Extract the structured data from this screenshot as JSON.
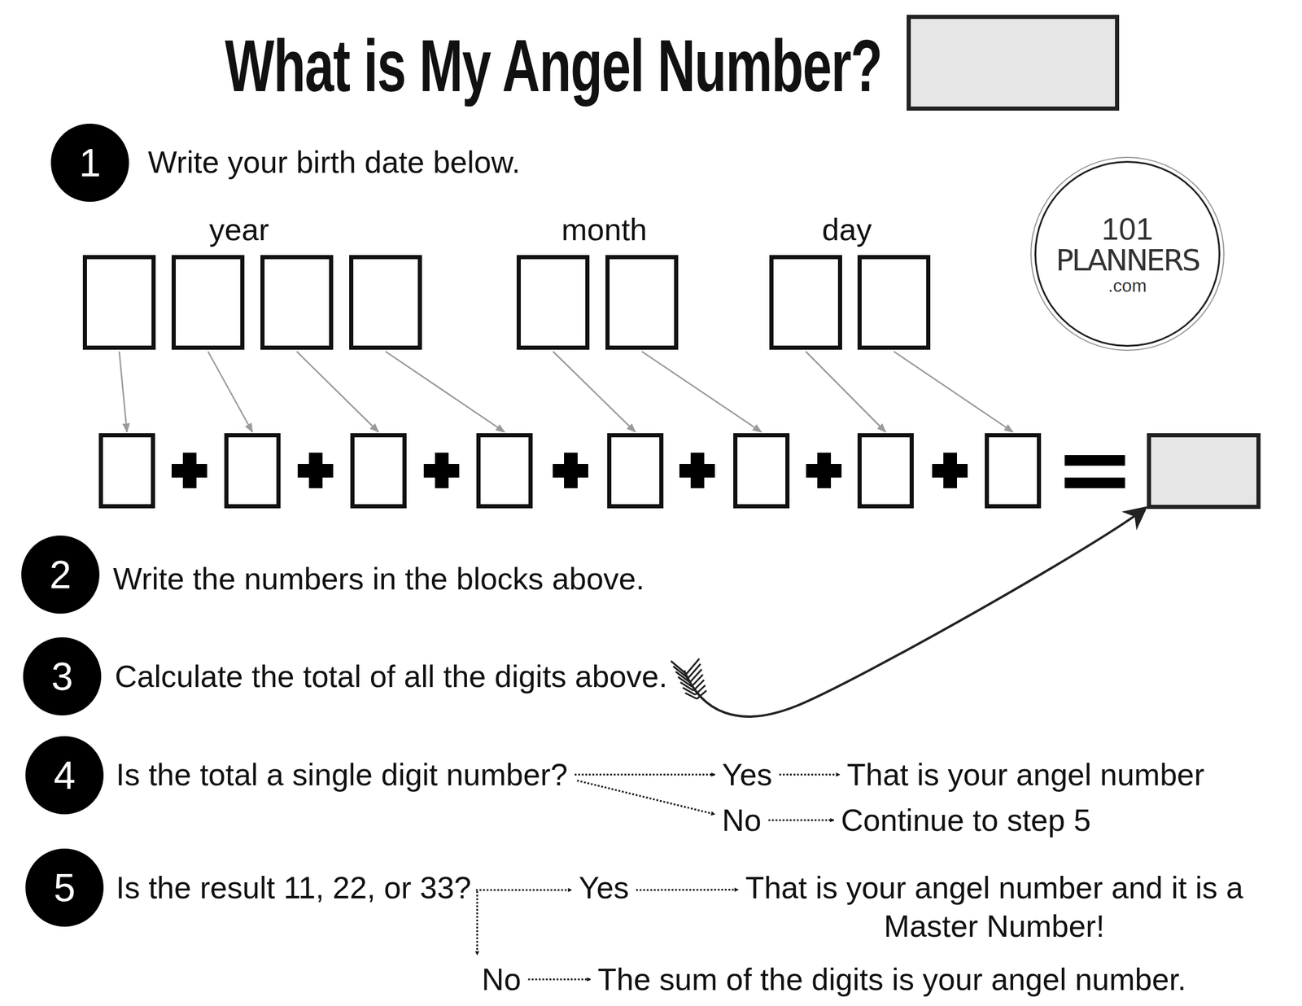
{
  "diagram": {
    "title": "What is My Angel Number?",
    "nodes": [
      {
        "text": []
      },
      {
        "text": [
          "1"
        ]
      },
      {
        "text": []
      },
      {
        "text": []
      },
      {
        "text": []
      },
      {
        "text": []
      },
      {
        "text": []
      },
      {
        "text": []
      },
      {
        "text": []
      },
      {
        "text": []
      },
      {
        "text": [
          "101",
          "PLANNERS",
          ".com"
        ]
      },
      {
        "text": []
      },
      {
        "text": []
      },
      {
        "text": []
      },
      {
        "text": []
      },
      {
        "text": []
      },
      {
        "text": []
      },
      {
        "text": []
      },
      {
        "text": []
      },
      {
        "text": []
      },
      {
        "text": [
          "2"
        ]
      },
      {
        "text": [
          "3"
        ]
      },
      {
        "text": [
          "4"
        ]
      },
      {
        "text": [
          "5"
        ]
      }
    ],
    "edges": [
      {
        "from": 2,
        "to": 11,
        "arrow": "to"
      },
      {
        "from": 3,
        "to": 12,
        "arrow": "to"
      },
      {
        "from": 4,
        "to": 13,
        "arrow": "to"
      },
      {
        "from": 5,
        "to": 14,
        "arrow": "to"
      },
      {
        "from": 6,
        "to": 15,
        "arrow": "to"
      },
      {
        "from": 7,
        "to": 16,
        "arrow": "to"
      },
      {
        "from": 8,
        "to": 17,
        "arrow": "to"
      },
      {
        "from": 9,
        "to": 18,
        "arrow": "to"
      }
    ],
    "labels": [
      "Write your birth date below.",
      "year",
      "month",
      "day",
      "Write the numbers in the blocks above.",
      "Calculate the total of all the digits above.",
      "Is the total a single digit number?",
      "Yes",
      "That is your angel number",
      "No",
      "Continue to step 5",
      "Is the result 11, 22, or 33?",
      "Yes",
      "That is your angel number and it is a Master Number!",
      "No",
      "The sum of the digits is your angel number."
    ]
  }
}
